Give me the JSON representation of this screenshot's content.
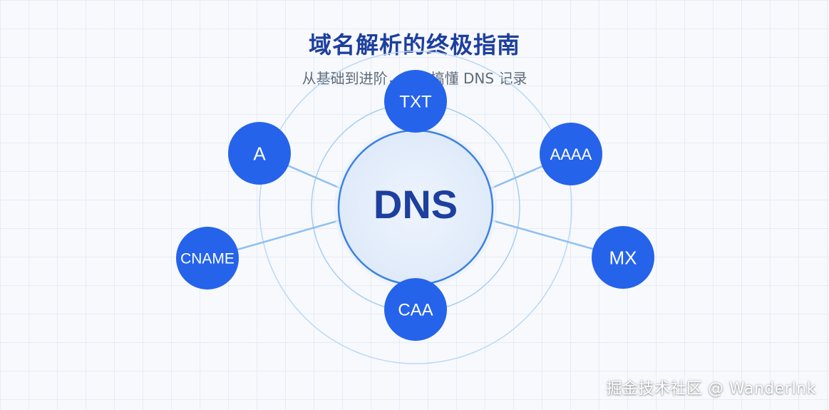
{
  "header": {
    "title": "域名解析的终极指南",
    "subtitle": "从基础到进阶，彻底搞懂 DNS 记录"
  },
  "diagram": {
    "center_label": "DNS",
    "records": [
      {
        "id": "txt",
        "label": "TXT"
      },
      {
        "id": "a",
        "label": "A"
      },
      {
        "id": "aaaa",
        "label": "AAAA"
      },
      {
        "id": "cname",
        "label": "CNAME"
      },
      {
        "id": "mx",
        "label": "MX"
      },
      {
        "id": "caa",
        "label": "CAA"
      }
    ]
  },
  "colors": {
    "node_fill": "#2563eb",
    "center_fill": "#e3edfb",
    "center_stroke": "#3b82e0",
    "center_text": "#1d3f9e",
    "ring_stroke": "#a9cdf2",
    "connector": "#8fc0f0"
  },
  "watermark": "掘金技术社区 @ WanderInk"
}
